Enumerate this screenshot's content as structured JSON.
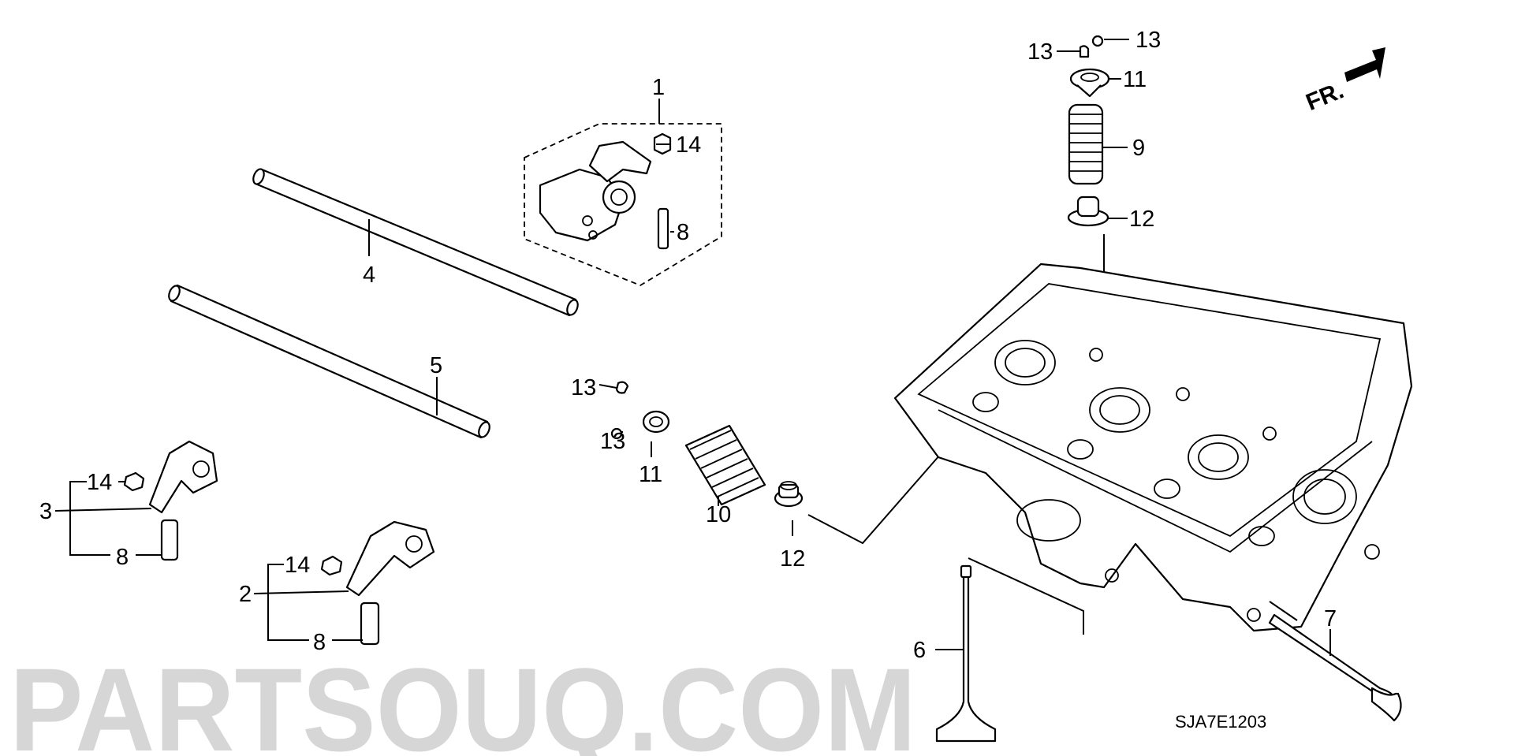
{
  "watermark": "PARTSOUQ.COM",
  "diagram_code": "SJA7E1203",
  "direction_indicator": "FR.",
  "callouts": {
    "c1": "1",
    "c1_14": "14",
    "c1_8": "8",
    "c2": "2",
    "c2_14": "14",
    "c2_8": "8",
    "c3": "3",
    "c3_14": "14",
    "c3_8": "8",
    "c4": "4",
    "c5": "5",
    "c6": "6",
    "c7": "7",
    "c9": "9",
    "c10": "10",
    "c11_top": "11",
    "c11_mid": "11",
    "c12_top": "12",
    "c12_mid": "12",
    "c13_top_left": "13",
    "c13_top_right": "13",
    "c13_mid_upper": "13",
    "c13_mid_lower": "13"
  },
  "colors": {
    "watermark": "#d6d6d6",
    "line": "#000000"
  }
}
